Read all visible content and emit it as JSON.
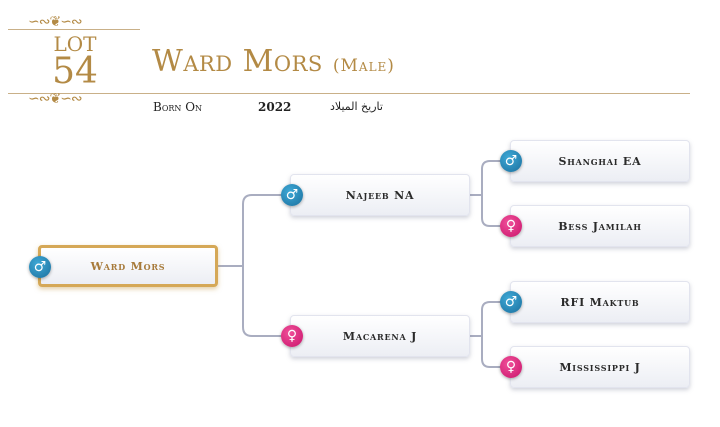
{
  "header": {
    "lot_label": "LOT",
    "lot_number": "54",
    "horse_name": "Ward Mors",
    "sex_label": "(Male)",
    "born_on_label": "Born On",
    "born_year": "2022",
    "born_on_arabic": "تاريخ الميلاد"
  },
  "pedigree": {
    "subject": {
      "name": "Ward Mors",
      "sex": "male"
    },
    "sire": {
      "name": "Najeeb NA",
      "sex": "male"
    },
    "dam": {
      "name": "Macarena J",
      "sex": "female"
    },
    "sire_sire": {
      "name": "Shanghai EA",
      "sex": "male"
    },
    "sire_dam": {
      "name": "Bess Jamilah",
      "sex": "female"
    },
    "dam_sire": {
      "name": "RFI Maktub",
      "sex": "male"
    },
    "dam_dam": {
      "name": "Mississippi J",
      "sex": "female"
    }
  },
  "colors": {
    "gold": "#b38a45",
    "male": "#1f85b8",
    "female": "#e0257f"
  }
}
